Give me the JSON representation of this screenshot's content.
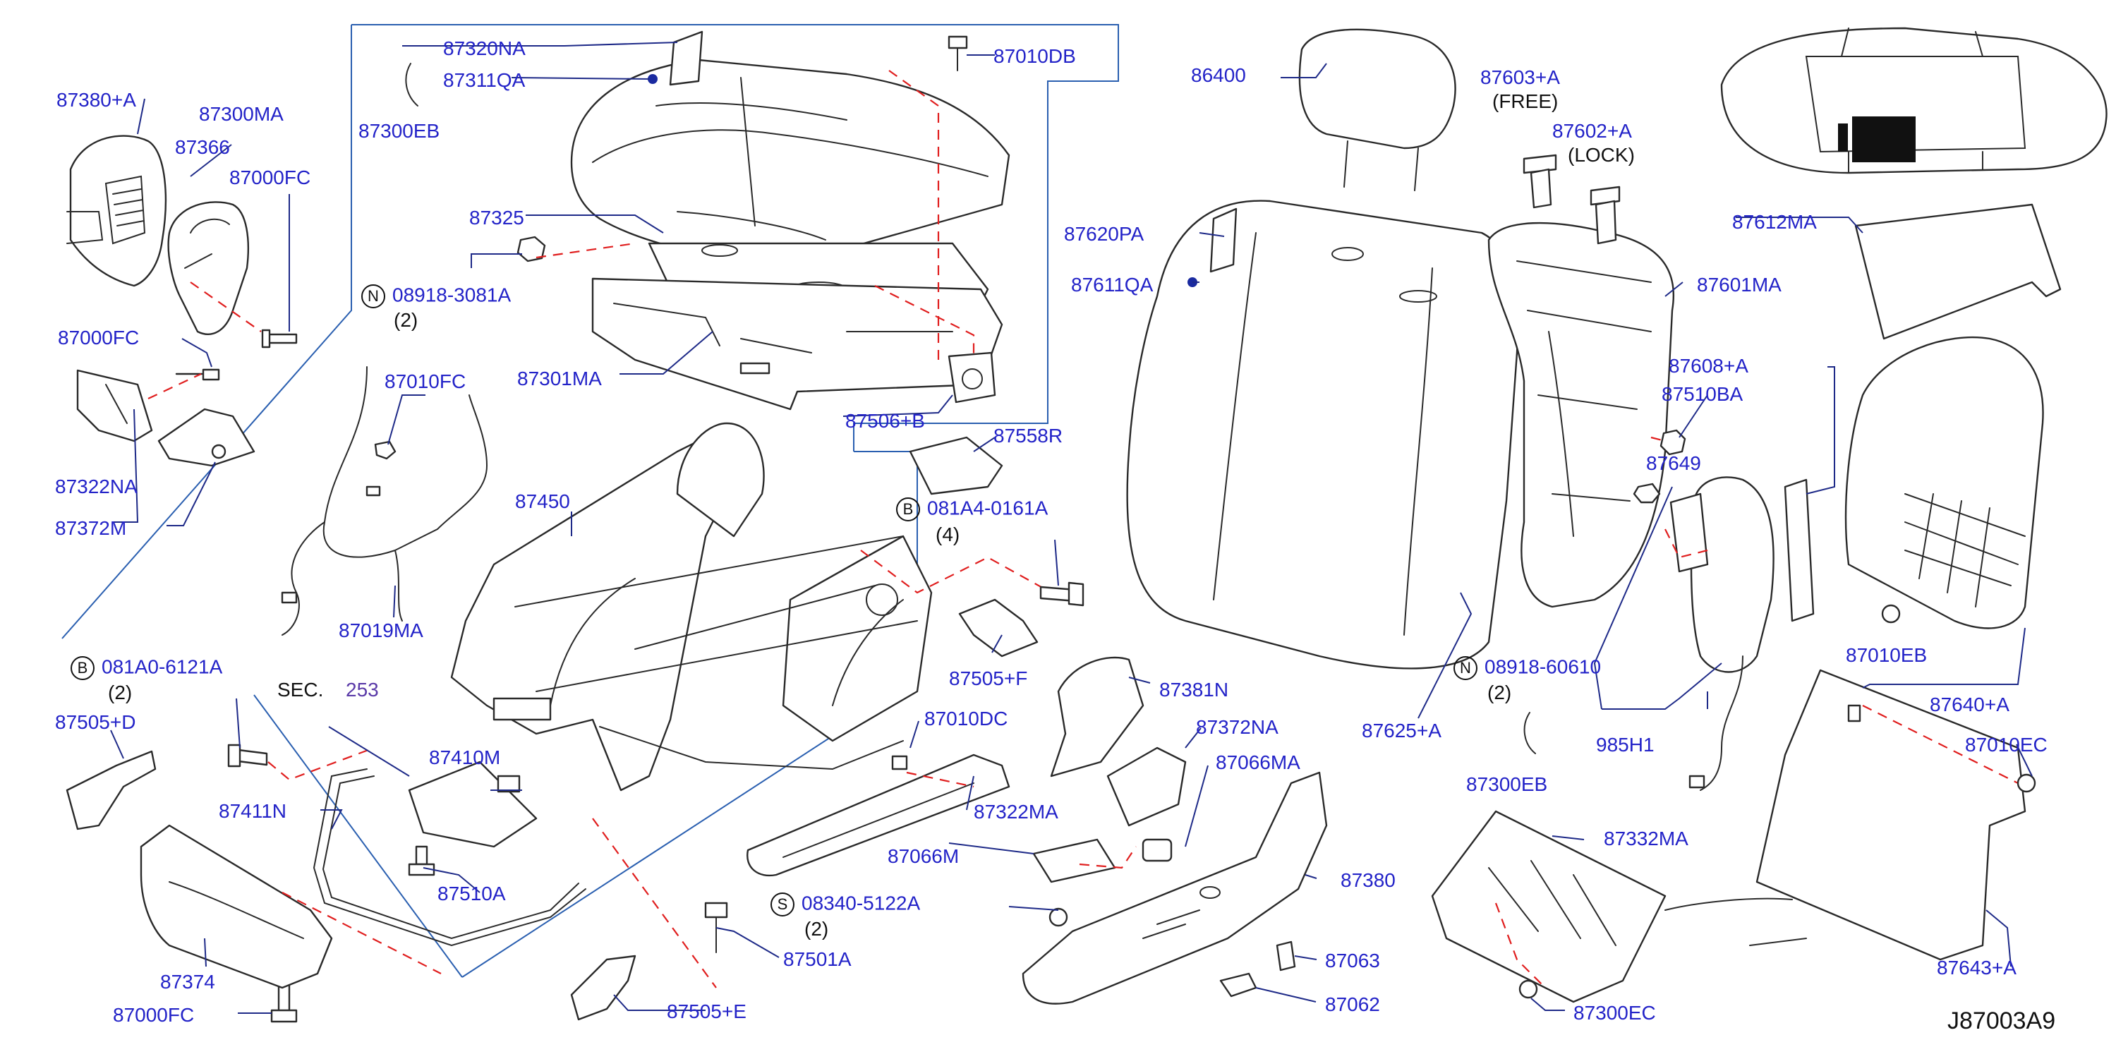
{
  "diagram": {
    "code": "J87003A9",
    "labels": {
      "l87380A": "87380+A",
      "l87300MA": "87300MA",
      "l87366": "87366",
      "l87000FC_a": "87000FC",
      "l87000FC_b": "87000FC",
      "l87322NA": "87322NA",
      "l87372M": "87372M",
      "l87320NA": "87320NA",
      "l87311QA": "87311QA",
      "l87300EB_a": "87300EB",
      "l87010DB": "87010DB",
      "l87325": "87325",
      "l08918_3081A": "08918-3081A",
      "q2a": "(2)",
      "l87301MA": "87301MA",
      "l87010FC": "87010FC",
      "l87506B": "87506+B",
      "l87558R": "87558R",
      "l081A4": "081A4-0161A",
      "q4": "(4)",
      "l87450": "87450",
      "l87019MA": "87019MA",
      "l87505F": "87505+F",
      "l081A0": "081A0-6121A",
      "q2b": "(2)",
      "l87505D": "87505+D",
      "sec": "SEC.",
      "sec253": "253",
      "l87410M": "87410M",
      "l87411N": "87411N",
      "l87510A": "87510A",
      "l87374": "87374",
      "l87000FC_c": "87000FC",
      "l87010DC": "87010DC",
      "l87322MA": "87322MA",
      "l87066M": "87066M",
      "l08340": "08340-5122A",
      "q2c": "(2)",
      "l87501A": "87501A",
      "l87505E": "87505+E",
      "l86400": "86400",
      "l87620PA": "87620PA",
      "l87611QA": "87611QA",
      "l87603A": "87603+A",
      "free": "(FREE)",
      "l87602A": "87602+A",
      "lock": "(LOCK)",
      "l87601MA": "87601MA",
      "l87612MA": "87612MA",
      "l87608A": "87608+A",
      "l87510BA": "87510BA",
      "l87649": "87649",
      "l87381N": "87381N",
      "l87372NA": "87372NA",
      "l87066MA": "87066MA",
      "l87380": "87380",
      "l87063": "87063",
      "l87062": "87062",
      "l87625A": "87625+A",
      "l08918_60610": "08918-60610",
      "q2d": "(2)",
      "l985H1": "985H1",
      "l87300EB_b": "87300EB",
      "l87010EB": "87010EB",
      "l87640A": "87640+A",
      "l87010EC": "87010EC",
      "l87332MA": "87332MA",
      "l87300EC": "87300EC",
      "l87643A": "87643+A"
    },
    "symbols": {
      "n1": "N",
      "n2": "N",
      "b1": "B",
      "b2": "B",
      "s1": "S"
    }
  }
}
